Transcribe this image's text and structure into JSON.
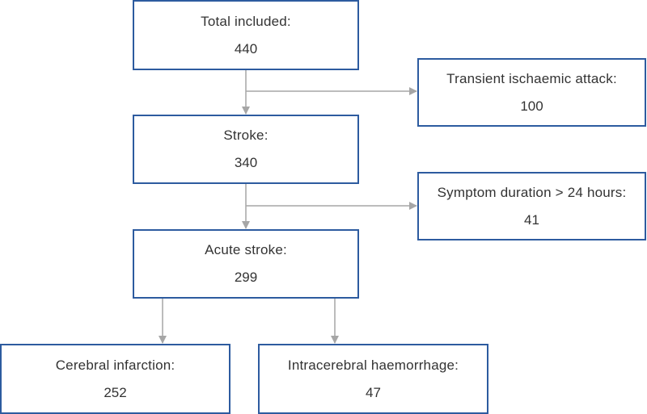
{
  "colors": {
    "box_border": "#2d5b9f",
    "arrow": "#a6a6a6",
    "text": "#333333"
  },
  "nodes": {
    "total": {
      "label": "Total included:",
      "value": "440"
    },
    "tia": {
      "label": "Transient ischaemic attack:",
      "value": "100"
    },
    "stroke": {
      "label": "Stroke:",
      "value": "340"
    },
    "duration": {
      "label": "Symptom duration > 24 hours:",
      "value": "41"
    },
    "acute": {
      "label": "Acute stroke:",
      "value": "299"
    },
    "infarction": {
      "label": "Cerebral infarction:",
      "value": "252"
    },
    "haemorrhage": {
      "label": "Intracerebral haemorrhage:",
      "value": "47"
    }
  },
  "edges": [
    {
      "from": "total",
      "to": "stroke"
    },
    {
      "from": "total",
      "to": "tia"
    },
    {
      "from": "stroke",
      "to": "acute"
    },
    {
      "from": "stroke",
      "to": "duration"
    },
    {
      "from": "acute",
      "to": "infarction"
    },
    {
      "from": "acute",
      "to": "haemorrhage"
    }
  ]
}
